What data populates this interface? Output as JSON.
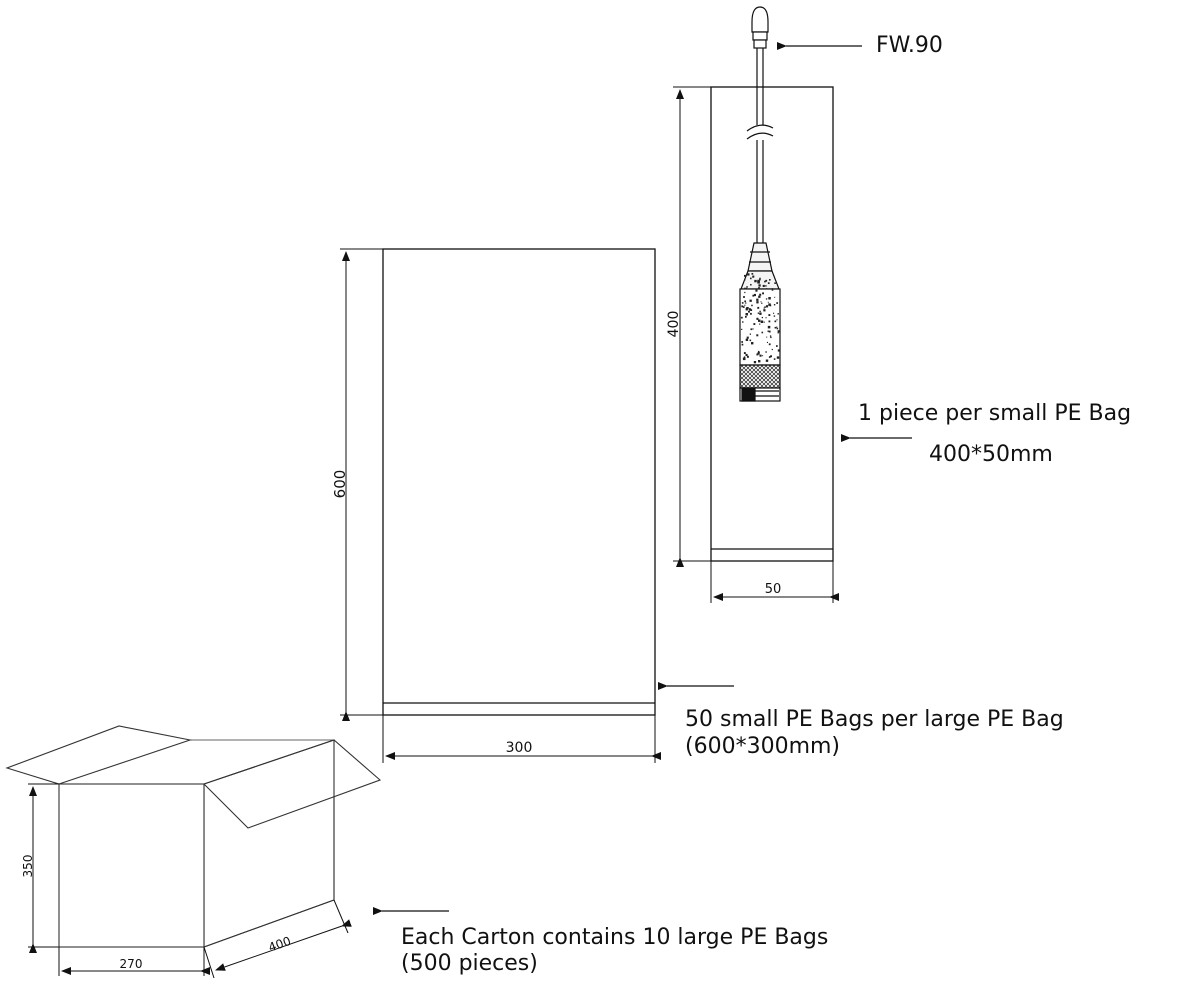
{
  "product_label": "FW.90",
  "small_bag": {
    "callout_line1": "1 piece per small PE Bag",
    "callout_line2": "400*50mm",
    "height_dim": "400",
    "width_dim": "50"
  },
  "large_bag": {
    "callout_line1": "50 small PE Bags per large PE Bag",
    "callout_line2": "(600*300mm)",
    "height_dim": "600",
    "width_dim": "300"
  },
  "carton": {
    "callout_line1": "Each Carton contains 10 large PE Bags",
    "callout_line2": "(500 pieces)",
    "height_dim": "350",
    "width_dim": "270",
    "depth_dim": "400"
  },
  "colors": {
    "line": "#111111",
    "speckle": "#222222"
  }
}
